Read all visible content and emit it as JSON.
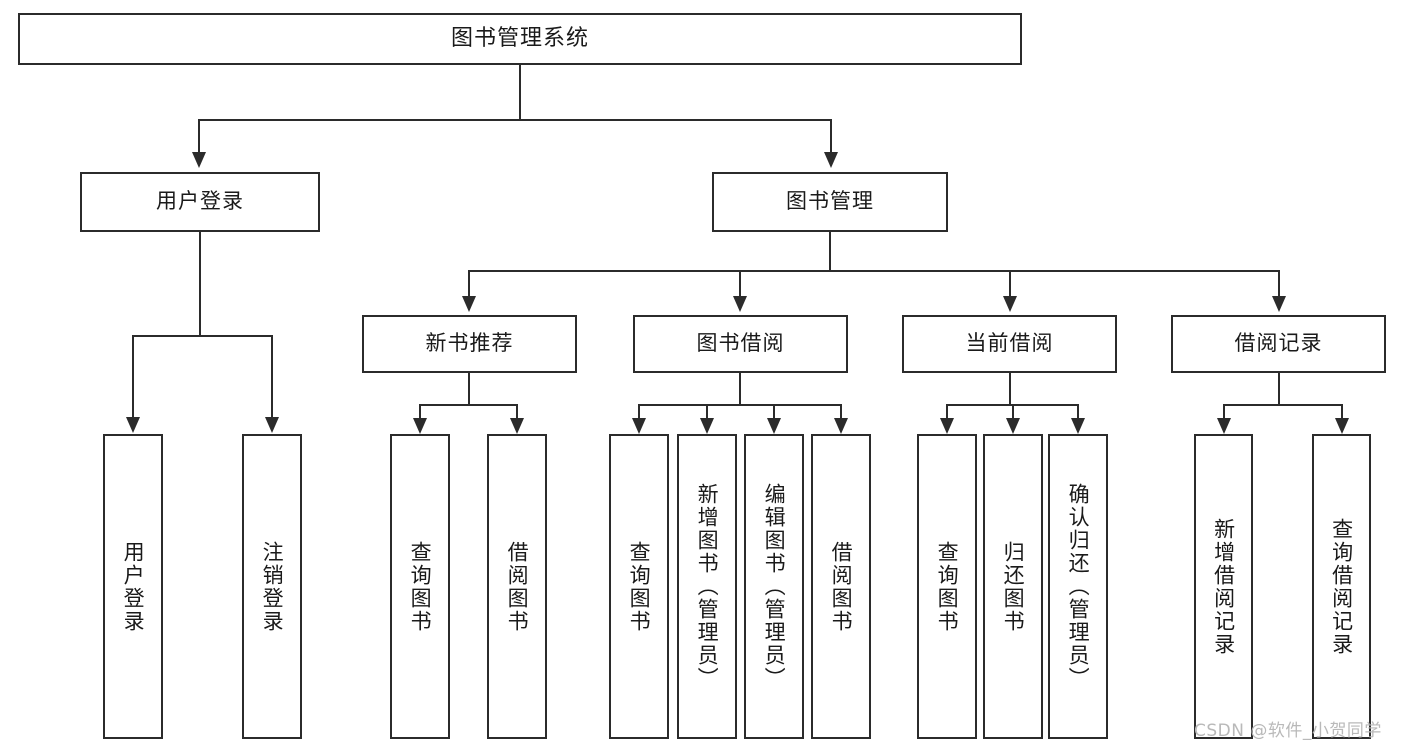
{
  "diagram": {
    "type": "tree",
    "title": "图书管理系统",
    "root": {
      "label": "图书管理系统"
    },
    "level1": [
      {
        "id": "user-login",
        "label": "用户登录"
      },
      {
        "id": "book-management",
        "label": "图书管理"
      }
    ],
    "level2": [
      {
        "id": "new-book-recommend",
        "label": "新书推荐",
        "parent": "book-management"
      },
      {
        "id": "book-borrow",
        "label": "图书借阅",
        "parent": "book-management"
      },
      {
        "id": "current-borrow",
        "label": "当前借阅",
        "parent": "book-management"
      },
      {
        "id": "borrow-record",
        "label": "借阅记录",
        "parent": "book-management"
      }
    ],
    "leaves": [
      {
        "id": "leaf-user-login",
        "label": "用户登录",
        "parent": "user-login"
      },
      {
        "id": "leaf-logout-login",
        "label": "注销登录",
        "parent": "user-login"
      },
      {
        "id": "leaf-query-book-1",
        "label": "查询图书",
        "parent": "new-book-recommend"
      },
      {
        "id": "leaf-borrow-book-1",
        "label": "借阅图书",
        "parent": "new-book-recommend"
      },
      {
        "id": "leaf-query-book-2",
        "label": "查询图书",
        "parent": "book-borrow"
      },
      {
        "id": "leaf-add-book",
        "label": "新增图书（管理员）",
        "parent": "book-borrow"
      },
      {
        "id": "leaf-edit-book",
        "label": "编辑图书（管理员）",
        "parent": "book-borrow"
      },
      {
        "id": "leaf-borrow-book-2",
        "label": "借阅图书",
        "parent": "book-borrow"
      },
      {
        "id": "leaf-query-book-3",
        "label": "查询图书",
        "parent": "current-borrow"
      },
      {
        "id": "leaf-return-book",
        "label": "归还图书",
        "parent": "current-borrow"
      },
      {
        "id": "leaf-confirm-return",
        "label": "确认归还（管理员）",
        "parent": "current-borrow"
      },
      {
        "id": "leaf-add-record",
        "label": "新增借阅记录",
        "parent": "borrow-record"
      },
      {
        "id": "leaf-query-record",
        "label": "查询借阅记录",
        "parent": "borrow-record"
      }
    ],
    "colors": {
      "stroke": "#2b2b2b",
      "fill": "#ffffff",
      "text": "#1a1a1a",
      "watermark": "#b9b9b9"
    }
  },
  "watermark": {
    "text": "CSDN @软件_小贺同学"
  }
}
